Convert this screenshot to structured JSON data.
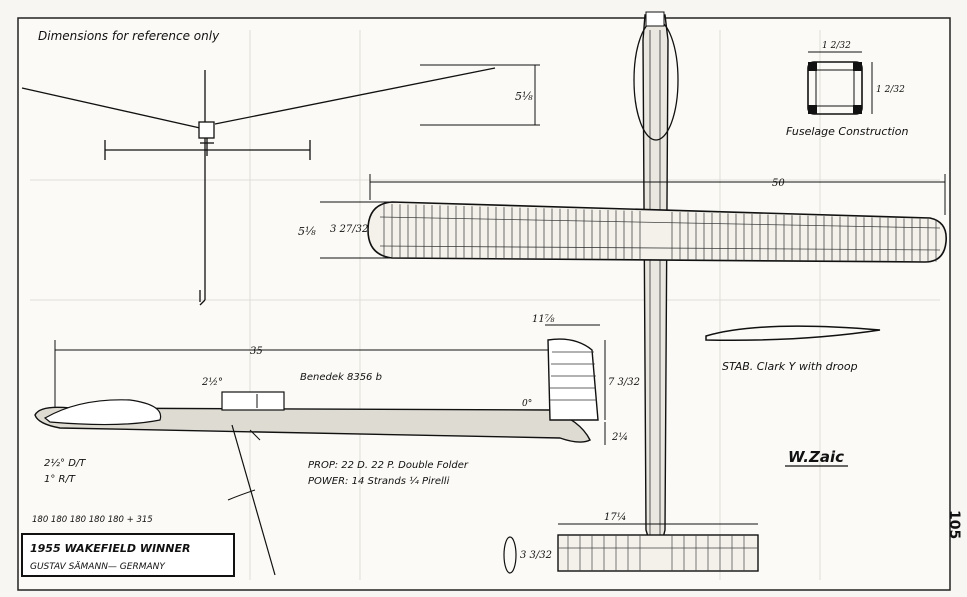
{
  "header": {
    "note": "Dimensions for reference only"
  },
  "front_view": {
    "dim_height": "5⅛"
  },
  "fuselage_section": {
    "width": "1 2/32",
    "height": "1 2/32",
    "caption": "Fuselage Construction"
  },
  "wing": {
    "span": "50",
    "chord_root": "5⅛",
    "chord_tip": "3 27/32"
  },
  "side_view": {
    "length": "35",
    "pylon_height": "2½°",
    "airfoil": "Benedek 8356 b",
    "fin_width": "11⅞",
    "fin_height": "7 3/32",
    "fin_base": "2¼",
    "incidence": "0°"
  },
  "stabilizer": {
    "span": "17¼",
    "chord": "3 3/32",
    "airfoil_note": "STAB. Clark Y with droop"
  },
  "trim": {
    "downthrust": "2½° D/T",
    "rightthrust": "1° R/T"
  },
  "prop": {
    "line": "PROP: 22 D. 22 P. Double Folder"
  },
  "power": {
    "line": "POWER: 14 Strands ¼ Pirelli"
  },
  "rubber_sequence": "180 180 180 180 180 + 315",
  "title_block": {
    "title": "1955 WAKEFIELD WINNER",
    "subtitle": "GUSTAV SÄMANN— GERMANY"
  },
  "signature": "W.Zaic",
  "page_number": "105"
}
